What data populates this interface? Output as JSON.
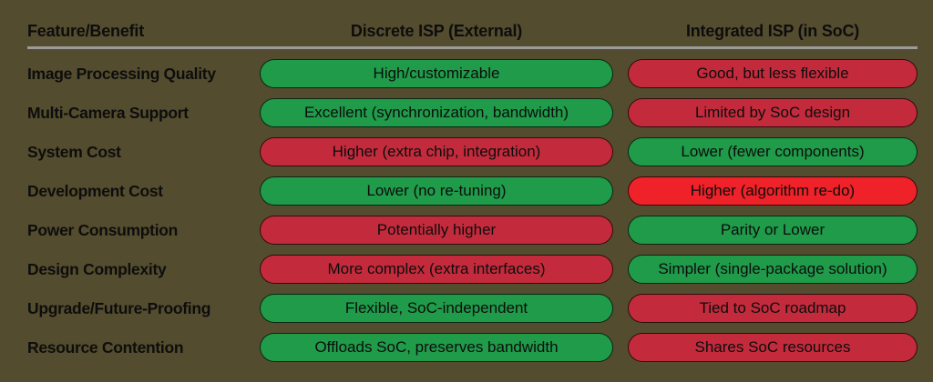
{
  "colors": {
    "background": "#544c2e",
    "green": "#1f9b4a",
    "red": "#c32b3c",
    "bright_red": "#ee2228",
    "divider": "#9b9b9b",
    "text": "#0d0d0d"
  },
  "table": {
    "headers": {
      "feature": "Feature/Benefit",
      "discrete": "Discrete ISP (External)",
      "integrated": "Integrated ISP (in SoC)"
    },
    "rows": [
      {
        "feature": "Image Processing Quality",
        "discrete": {
          "text": "High/customizable",
          "tone": "green"
        },
        "integrated": {
          "text": "Good, but less flexible",
          "tone": "red"
        }
      },
      {
        "feature": "Multi-Camera Support",
        "discrete": {
          "text": "Excellent (synchronization, bandwidth)",
          "tone": "green"
        },
        "integrated": {
          "text": "Limited by SoC design",
          "tone": "red"
        }
      },
      {
        "feature": "System Cost",
        "discrete": {
          "text": "Higher (extra chip, integration)",
          "tone": "red"
        },
        "integrated": {
          "text": "Lower (fewer components)",
          "tone": "green"
        }
      },
      {
        "feature": "Development Cost",
        "discrete": {
          "text": "Lower (no re-tuning)",
          "tone": "green"
        },
        "integrated": {
          "text": "Higher (algorithm re-do)",
          "tone": "bright_red"
        }
      },
      {
        "feature": "Power Consumption",
        "discrete": {
          "text": "Potentially higher",
          "tone": "red"
        },
        "integrated": {
          "text": "Parity or Lower",
          "tone": "green"
        }
      },
      {
        "feature": "Design Complexity",
        "discrete": {
          "text": "More complex (extra interfaces)",
          "tone": "red"
        },
        "integrated": {
          "text": "Simpler (single-package solution)",
          "tone": "green"
        }
      },
      {
        "feature": "Upgrade/Future-Proofing",
        "discrete": {
          "text": "Flexible, SoC-independent",
          "tone": "green"
        },
        "integrated": {
          "text": "Tied to SoC roadmap",
          "tone": "red"
        }
      },
      {
        "feature": "Resource Contention",
        "discrete": {
          "text": "Offloads SoC, preserves bandwidth",
          "tone": "green"
        },
        "integrated": {
          "text": "Shares SoC resources",
          "tone": "red"
        }
      }
    ]
  },
  "chart_data": {
    "type": "table",
    "title": "",
    "columns": [
      "Feature/Benefit",
      "Discrete ISP (External)",
      "Integrated ISP (in SoC)"
    ],
    "rows": [
      [
        "Image Processing Quality",
        "High/customizable",
        "Good, but less flexible"
      ],
      [
        "Multi-Camera Support",
        "Excellent (synchronization, bandwidth)",
        "Limited by SoC design"
      ],
      [
        "System Cost",
        "Higher (extra chip, integration)",
        "Lower (fewer components)"
      ],
      [
        "Development Cost",
        "Lower (no re-tuning)",
        "Higher (algorithm re-do)"
      ],
      [
        "Power Consumption",
        "Potentially higher",
        "Parity or Lower"
      ],
      [
        "Design Complexity",
        "More complex (extra interfaces)",
        "Simpler (single-package solution)"
      ],
      [
        "Upgrade/Future-Proofing",
        "Flexible, SoC-independent",
        "Tied to SoC roadmap"
      ],
      [
        "Resource Contention",
        "Offloads SoC, preserves bandwidth",
        "Shares SoC resources"
      ]
    ],
    "cell_colors": [
      [
        "none",
        "green",
        "red"
      ],
      [
        "none",
        "green",
        "red"
      ],
      [
        "none",
        "red",
        "green"
      ],
      [
        "none",
        "green",
        "bright_red"
      ],
      [
        "none",
        "red",
        "green"
      ],
      [
        "none",
        "red",
        "green"
      ],
      [
        "none",
        "green",
        "red"
      ],
      [
        "none",
        "green",
        "red"
      ]
    ],
    "legend_position": "none",
    "grid": false
  }
}
